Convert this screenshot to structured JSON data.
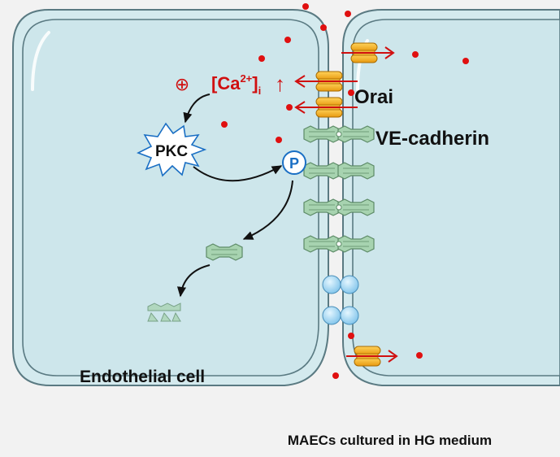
{
  "labels": {
    "calcium": "[Ca",
    "calcium_sup": "2+",
    "calcium_sub": "i",
    "orai": "Orai",
    "ve_cadherin": "VE-cadherin",
    "pkc": "PKC",
    "phospho": "P",
    "endothelial_cell": "Endothelial cell",
    "plus_symbol": "⊕",
    "up_arrow": "↑"
  },
  "caption": "MAECs cultured in HG medium",
  "colors": {
    "background": "#f2f2f2",
    "cell_fill": "#d4eaee",
    "membrane_stroke": "#5a7a82",
    "calcium": "#e01010",
    "orai_channel": "#f2b520",
    "cadherin": "#9fcaa8",
    "phospho_ring": "#1a6fc4",
    "pkc_stroke": "#1a6fc4",
    "beta_catenin": "#9fd4f0"
  }
}
